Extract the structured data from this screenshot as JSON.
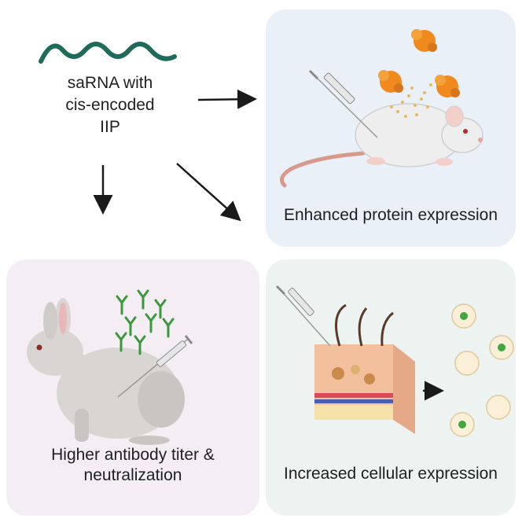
{
  "center": {
    "lines": [
      "saRNA with",
      "cis-encoded",
      "IIP"
    ]
  },
  "panels": {
    "protein": {
      "label": "Enhanced protein expression"
    },
    "antibody": {
      "line1": "Higher antibody titer &",
      "line2": "neutralization"
    },
    "cellular": {
      "label": "Increased cellular expression"
    }
  },
  "colors": {
    "rna_wave": "#1e6b5c",
    "panel_protein": "#e9f0f8",
    "panel_antibody": "#f4eef4",
    "panel_cellular": "#ecf3f1",
    "antibody_green": "#3a9a3a",
    "protein_orange": "#f08a1e",
    "arrow": "#1a1a1a"
  },
  "icons": [
    "rna-wave-icon",
    "mouse-icon",
    "syringe-icon",
    "protein-icon",
    "rabbit-icon",
    "antibody-icon",
    "skin-section-icon",
    "dendritic-cell-icon",
    "arrow-icon"
  ]
}
